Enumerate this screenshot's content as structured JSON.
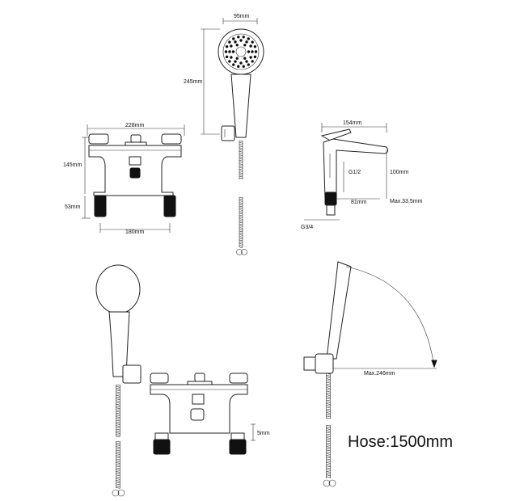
{
  "dimensions": {
    "handset_width": "95mm",
    "handset_height": "245mm",
    "mixer_width": "228mm",
    "mixer_height": "145mm",
    "mixer_base": "53mm",
    "mixer_centres": "180mm",
    "basin_depth": "154mm",
    "basin_thread": "G1/2",
    "basin_height": "100mm",
    "basin_base": "81mm",
    "basin_max": "Max.33.5mm",
    "basin_connector": "G3/4",
    "side_reach": "Max.246mm",
    "front_small": "5mm"
  },
  "hose_label": "Hose:1500mm"
}
